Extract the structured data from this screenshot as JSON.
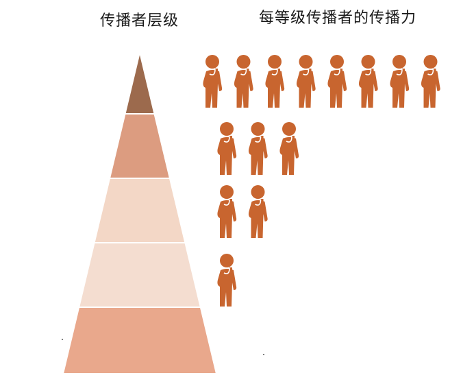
{
  "titles": {
    "left": "传播者层级",
    "right": "每等级传播者的传播力"
  },
  "pyramid": {
    "levels": 5,
    "colors": [
      "#9c6a4d",
      "#dc9c80",
      "#f3d7c6",
      "#f4ddd0",
      "#e9a88c"
    ]
  },
  "spreaders": {
    "icon": "person-thinking-icon",
    "color": "#c8652f",
    "counts_per_row": [
      8,
      3,
      2,
      1
    ]
  }
}
